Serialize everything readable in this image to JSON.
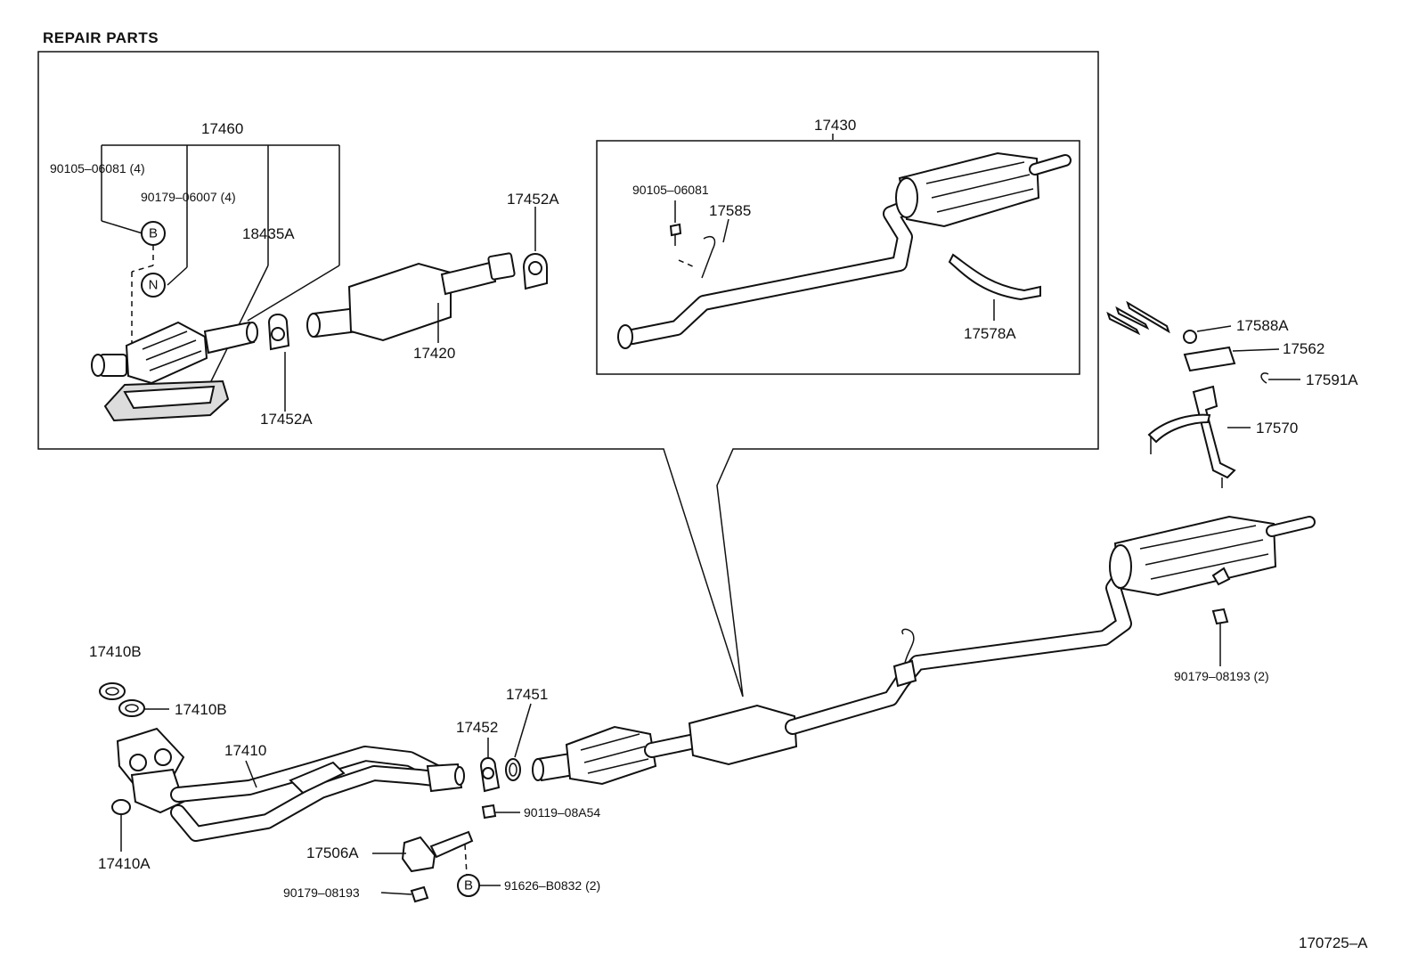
{
  "header": "REPAIR PARTS",
  "figure_code": "170725–A",
  "markers": {
    "b": "B",
    "n": "N"
  },
  "labels": {
    "p17460": "17460",
    "p90105_06081_4": "90105–06081 (4)",
    "p90179_06007_4": "90179–06007 (4)",
    "p18435A": "18435A",
    "p17452A_top": "17452A",
    "p17452A_low": "17452A",
    "p17420": "17420",
    "p17430": "17430",
    "p90105_06081": "90105–06081",
    "p17585": "17585",
    "p17578A": "17578A",
    "p17588A": "17588A",
    "p17562": "17562",
    "p17591A": "17591A",
    "p17570": "17570",
    "p90179_08193_2": "90179–08193 (2)",
    "p17410B_1": "17410B",
    "p17410B_2": "17410B",
    "p17410": "17410",
    "p17410A": "17410A",
    "p17452": "17452",
    "p17451": "17451",
    "p90119_08A54": "90119–08A54",
    "p17506A": "17506A",
    "p90179_08193": "90179–08193",
    "p91626_B0832_2": "91626–B0832 (2)"
  }
}
